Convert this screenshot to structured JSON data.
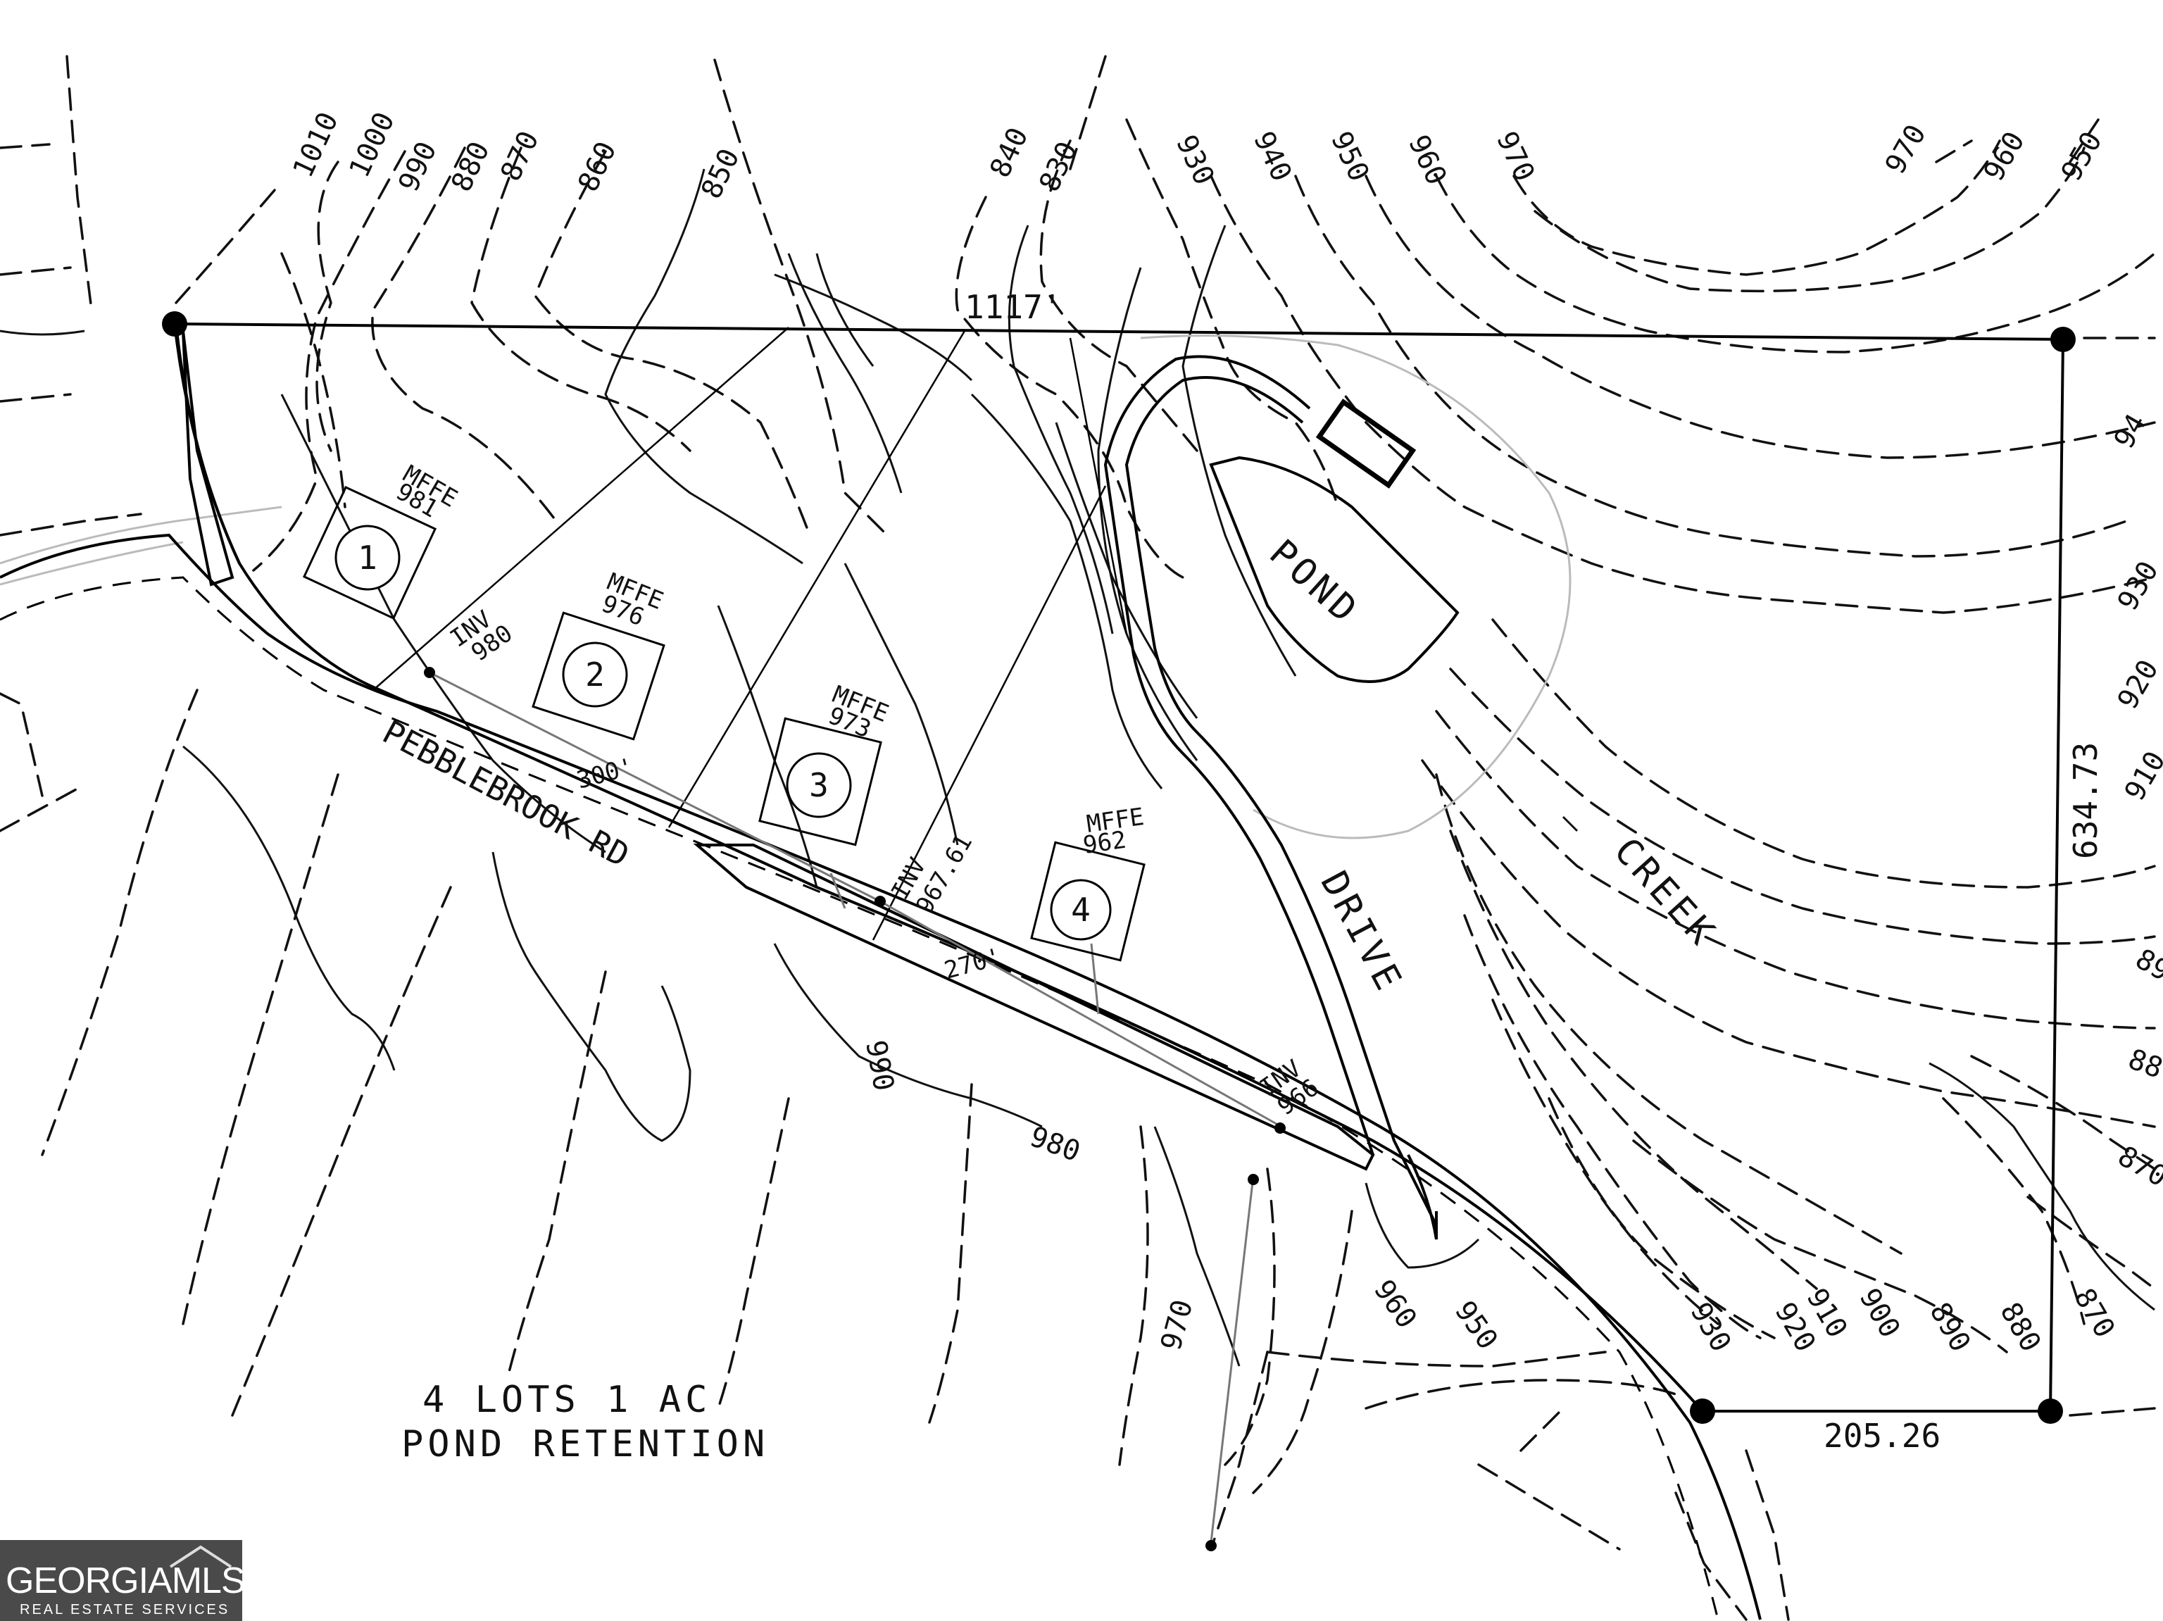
{
  "contour_labels": {
    "top": [
      "1010",
      "1000",
      "990",
      "880",
      "870",
      "860",
      "850",
      "840",
      "830",
      "930",
      "940",
      "950",
      "960",
      "970",
      "970",
      "960",
      "950"
    ],
    "right": [
      "94",
      "930",
      "920",
      "910",
      "89",
      "88",
      "870"
    ],
    "bottom": [
      "990",
      "980",
      "970",
      "960",
      "950",
      "930",
      "920",
      "910",
      "900",
      "890",
      "880",
      "870"
    ]
  },
  "dimensions": {
    "top": "1117'",
    "right": "634.73",
    "bottom": "205.26",
    "pipe_upper": "300'",
    "pipe_lower": "270'"
  },
  "road_name": "PEBBLEBROOK RD",
  "lots": [
    {
      "number": "1",
      "mffe_label": "MFFE",
      "mffe_value": "981"
    },
    {
      "number": "2",
      "mffe_label": "MFFE",
      "mffe_value": "976"
    },
    {
      "number": "3",
      "mffe_label": "MFFE",
      "mffe_value": "973"
    },
    {
      "number": "4",
      "mffe_label": "MFFE",
      "mffe_value": "962"
    }
  ],
  "inverts": [
    {
      "label": "INV",
      "value": "980"
    },
    {
      "label": "INV",
      "value": "967.61"
    },
    {
      "label": "INV",
      "value": "966"
    }
  ],
  "features": {
    "pond": "POND",
    "drive": "DRIVE",
    "creek": "CREEK"
  },
  "notes": [
    "4 LOTS 1 AC",
    "POND RETENTION"
  ],
  "watermark": {
    "name": "GEORGIAMLS",
    "subtitle": "REAL ESTATE SERVICES"
  }
}
